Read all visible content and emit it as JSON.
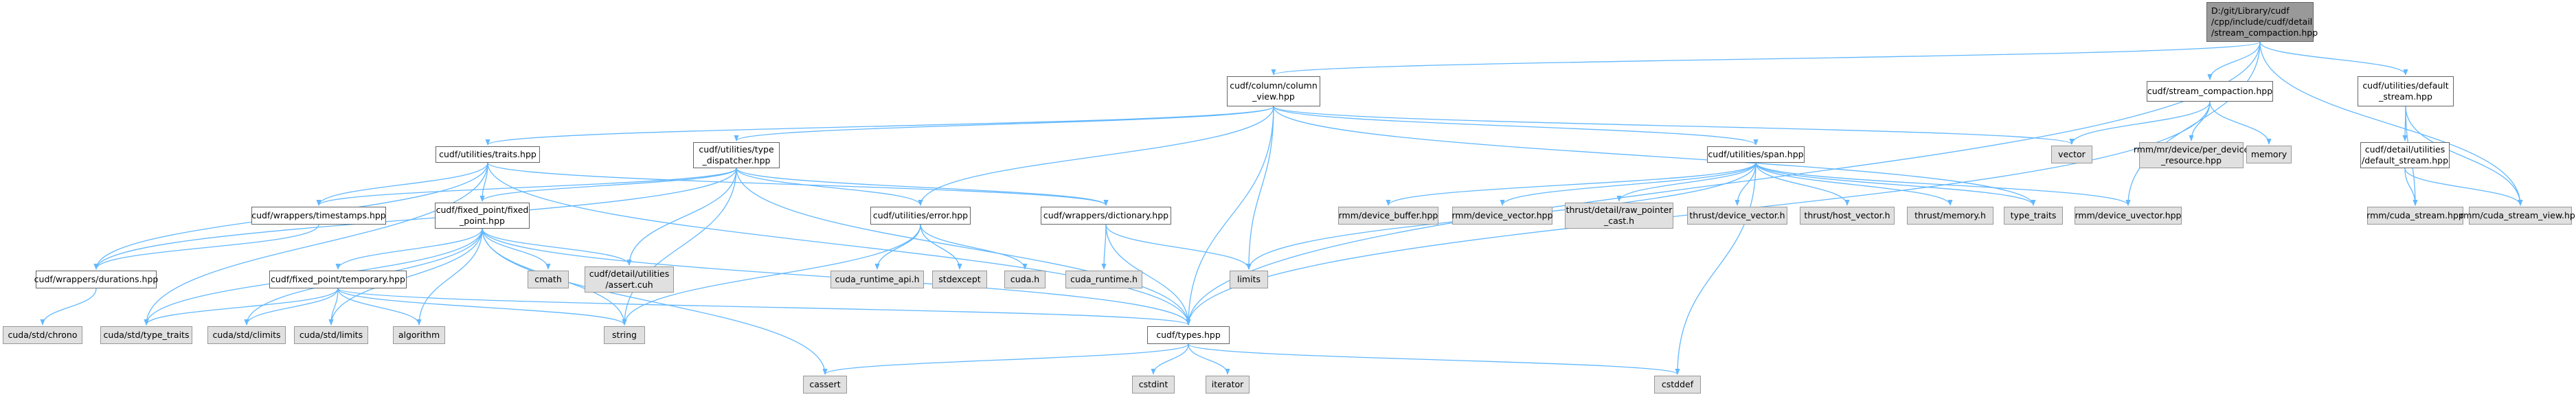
{
  "graph": {
    "root": "D:/git/Library/cudf\n/cpp/include/cudf/detail\n/stream_compaction.hpp",
    "nodes": {
      "column_view": "cudf/column/column\n_view.hpp",
      "stream_compaction": "cudf/stream_compaction.hpp",
      "default_stream": "cudf/utilities/default\n_stream.hpp",
      "traits": "cudf/utilities/traits.hpp",
      "type_dispatcher": "cudf/utilities/type\n_dispatcher.hpp",
      "span": "cudf/utilities/span.hpp",
      "vector": "vector",
      "per_device_resource": "rmm/mr/device/per_device\n_resource.hpp",
      "memory": "memory",
      "detail_default_stream": "cudf/detail/utilities\n/default_stream.hpp",
      "timestamps": "cudf/wrappers/timestamps.hpp",
      "fixed_point": "cudf/fixed_point/fixed\n_point.hpp",
      "error": "cudf/utilities/error.hpp",
      "dictionary": "cudf/wrappers/dictionary.hpp",
      "device_buffer": "rmm/device_buffer.hpp",
      "device_vector": "rmm/device_vector.hpp",
      "raw_pointer_cast": "thrust/detail/raw_pointer\n_cast.h",
      "thrust_device_vector": "thrust/device_vector.h",
      "thrust_host_vector": "thrust/host_vector.h",
      "thrust_memory": "thrust/memory.h",
      "type_traits": "type_traits",
      "device_uvector": "rmm/device_uvector.hpp",
      "cuda_stream": "rmm/cuda_stream.hpp",
      "cuda_stream_view": "rmm/cuda_stream_view.hpp",
      "durations": "cudf/wrappers/durations.hpp",
      "cmath": "cmath",
      "assert_cuh": "cudf/detail/utilities\n/assert.cuh",
      "cuda_runtime_api": "cuda_runtime_api.h",
      "stdexcept": "stdexcept",
      "cuda_h": "cuda.h",
      "cuda_runtime": "cuda_runtime.h",
      "limits": "limits",
      "temporary": "cudf/fixed_point/temporary.hpp",
      "cuda_std_chrono": "cuda/std/chrono",
      "cuda_std_type_traits": "cuda/std/type_traits",
      "cuda_std_climits": "cuda/std/climits",
      "cuda_std_limits": "cuda/std/limits",
      "algorithm": "algorithm",
      "string": "string",
      "types": "cudf/types.hpp",
      "cassert": "cassert",
      "cstdint": "cstdint",
      "iterator": "iterator",
      "cstddef": "cstddef"
    },
    "colors": {
      "edge": "#63b8ff",
      "root_fill": "#999999",
      "local_fill": "#ffffff",
      "system_fill": "#e0e0e0"
    }
  }
}
